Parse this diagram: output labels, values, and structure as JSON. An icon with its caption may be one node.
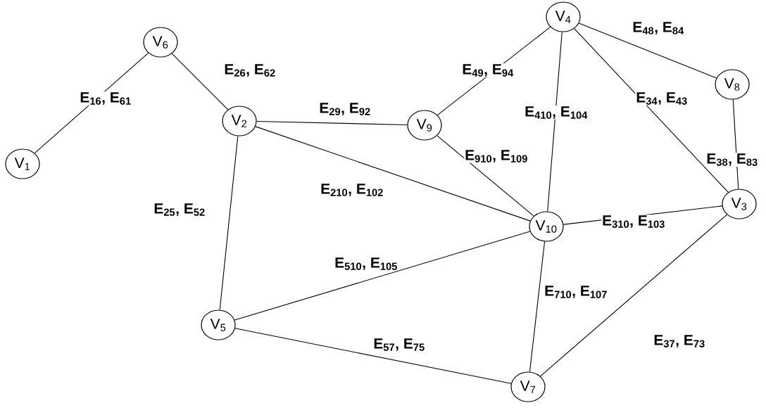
{
  "diagram": {
    "nodes": [
      {
        "text": [
          "V$_{1}$"
        ]
      },
      {
        "text": [
          "V$_{6}$"
        ]
      },
      {
        "text": [
          "V$_{2}$"
        ]
      },
      {
        "text": [
          "V$_{9}$"
        ]
      },
      {
        "text": [
          "V$_{4}$"
        ]
      },
      {
        "text": [
          "V$_{8}$"
        ]
      },
      {
        "text": [
          "V$_{3}$"
        ]
      },
      {
        "text": [
          "V$_{10}$"
        ]
      },
      {
        "text": [
          "V$_{5}$"
        ]
      },
      {
        "text": [
          "V$_{7}$"
        ]
      }
    ],
    "edges": [
      {
        "from": 0,
        "to": 1,
        "arrow": "none",
        "label": "E$_{16}$, E$_{61}$"
      },
      {
        "from": 1,
        "to": 2,
        "arrow": "none",
        "label": "E$_{26}$, E$_{62}$"
      },
      {
        "from": 2,
        "to": 3,
        "arrow": "none",
        "label": "E$_{29}$, E$_{92}$"
      },
      {
        "from": 3,
        "to": 4,
        "arrow": "none",
        "label": "E$_{49}$, E$_{94}$"
      },
      {
        "from": 4,
        "to": 5,
        "arrow": "none",
        "label": "E$_{48}$, E$_{84}$"
      },
      {
        "from": 4,
        "to": 7,
        "arrow": "none",
        "label": "E$_{410}$, E$_{104}$"
      },
      {
        "from": 4,
        "to": 6,
        "arrow": "none",
        "label": "E$_{34}$, E$_{43}$"
      },
      {
        "from": 5,
        "to": 6,
        "arrow": "none",
        "label": "E$_{38}$, E$_{83}$"
      },
      {
        "from": 3,
        "to": 7,
        "arrow": "none",
        "label": "E$_{910}$, E$_{109}$"
      },
      {
        "from": 2,
        "to": 7,
        "arrow": "none",
        "label": "E$_{210}$, E$_{102}$"
      },
      {
        "from": 2,
        "to": 8,
        "arrow": "none",
        "label": "E$_{25}$, E$_{52}$"
      },
      {
        "from": 6,
        "to": 7,
        "arrow": "none",
        "label": "E$_{310}$, E$_{103}$"
      },
      {
        "from": 8,
        "to": 7,
        "arrow": "none",
        "label": "E$_{510}$, E$_{105}$"
      },
      {
        "from": 7,
        "to": 9,
        "arrow": "none",
        "label": "E$_{710}$, E$_{107}$"
      },
      {
        "from": 6,
        "to": 9,
        "arrow": "none",
        "label": "E$_{37}$, E$_{73}$"
      },
      {
        "from": 8,
        "to": 9,
        "arrow": "none",
        "label": "E$_{57}$, E$_{75}$"
      }
    ]
  }
}
